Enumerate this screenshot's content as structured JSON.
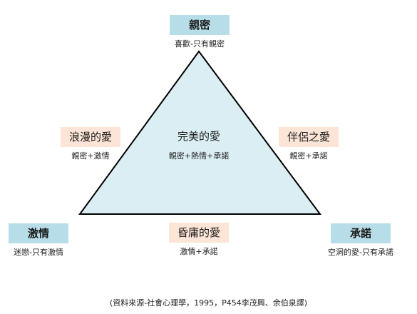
{
  "vertices": {
    "intimacy": {
      "title": "親密",
      "description": "喜歡-只有親密"
    },
    "passion": {
      "title": "激情",
      "description": "迷戀-只有激情"
    },
    "commitment": {
      "title": "承諾",
      "description": "空洞的愛-只有承諾"
    }
  },
  "edges": {
    "left": {
      "title": "浪漫的愛",
      "description": "親密+激情"
    },
    "right": {
      "title": "伴侶之愛",
      "description": "親密+承諾"
    },
    "bottom": {
      "title": "昏庸的愛",
      "description": "激情+承諾"
    }
  },
  "center": {
    "title": "完美的愛",
    "description": "親密+熱情+承諾"
  },
  "source": "(資料來源-社會心理學，1995，P454李茂興、余伯泉譯)",
  "colors": {
    "triangle_fill": "#daeef3",
    "triangle_stroke": "#000000",
    "vertex_box": "#b7dee8",
    "edge_box": "#fce4d6"
  }
}
